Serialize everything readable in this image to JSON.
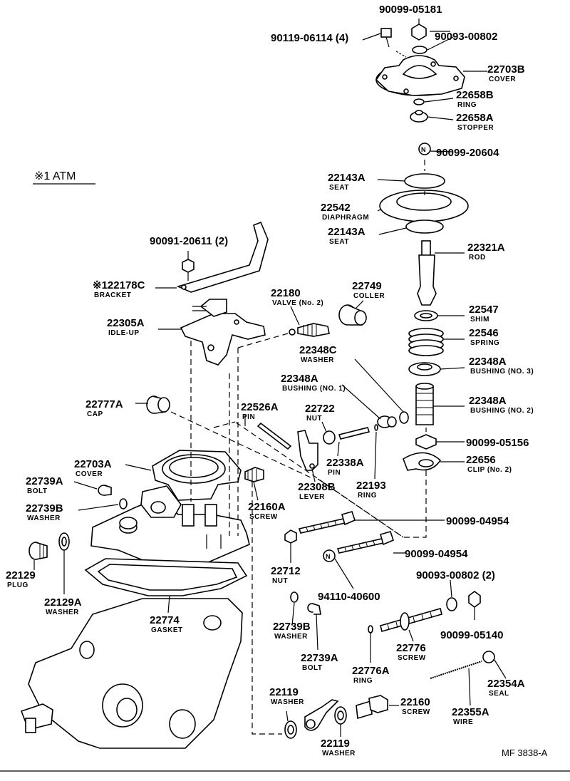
{
  "diagram": {
    "atm_note": "※1 ATM",
    "footer_code": "MF 3838-A",
    "parts": [
      {
        "id": "p01",
        "number": "90099-05181",
        "name": ""
      },
      {
        "id": "p02",
        "number": "90119-06114 (4)",
        "name": ""
      },
      {
        "id": "p03",
        "number": "90093-00802",
        "name": ""
      },
      {
        "id": "p04",
        "number": "22703B",
        "name": "COVER"
      },
      {
        "id": "p05",
        "number": "22658B",
        "name": "RING"
      },
      {
        "id": "p06",
        "number": "22658A",
        "name": "STOPPER"
      },
      {
        "id": "p07",
        "number": "90099-20604",
        "name": ""
      },
      {
        "id": "p08",
        "number": "22143A",
        "name": "SEAT"
      },
      {
        "id": "p09",
        "number": "22542",
        "name": "DIAPHRAGM"
      },
      {
        "id": "p10",
        "number": "22143A",
        "name": "SEAT"
      },
      {
        "id": "p11",
        "number": "22321A",
        "name": "ROD"
      },
      {
        "id": "p12",
        "number": "22547",
        "name": "SHIM"
      },
      {
        "id": "p13",
        "number": "22546",
        "name": "SPRING"
      },
      {
        "id": "p14",
        "number": "22348A",
        "name": "BUSHING (NO. 3)"
      },
      {
        "id": "p15",
        "number": "22348A",
        "name": "BUSHING (NO. 2)"
      },
      {
        "id": "p16",
        "number": "90099-05156",
        "name": ""
      },
      {
        "id": "p17",
        "number": "22656",
        "name": "CLIP (No. 2)"
      },
      {
        "id": "p18",
        "number": "90091-20611 (2)",
        "name": ""
      },
      {
        "id": "p19",
        "number": "※122178C",
        "name": "BRACKET"
      },
      {
        "id": "p20",
        "number": "22305A",
        "name": "IDLE-UP"
      },
      {
        "id": "p21",
        "number": "22180",
        "name": "VALVE (No. 2)"
      },
      {
        "id": "p22",
        "number": "22749",
        "name": "COLLER"
      },
      {
        "id": "p23",
        "number": "22348C",
        "name": "WASHER"
      },
      {
        "id": "p24",
        "number": "22348A",
        "name": "BUSHING (NO. 1)"
      },
      {
        "id": "p25",
        "number": "22777A",
        "name": "CAP"
      },
      {
        "id": "p26",
        "number": "22526A",
        "name": "PIN"
      },
      {
        "id": "p27",
        "number": "22722",
        "name": "NUT"
      },
      {
        "id": "p28",
        "number": "22338A",
        "name": "PIN"
      },
      {
        "id": "p29",
        "number": "22703A",
        "name": "COVER"
      },
      {
        "id": "p30",
        "number": "22308B",
        "name": "LEVER"
      },
      {
        "id": "p31",
        "number": "22193",
        "name": "RING"
      },
      {
        "id": "p32",
        "number": "22739A",
        "name": "BOLT"
      },
      {
        "id": "p33",
        "number": "22160A",
        "name": "SCREW"
      },
      {
        "id": "p34",
        "number": "22739B",
        "name": "WASHER"
      },
      {
        "id": "p35",
        "number": "90099-04954",
        "name": ""
      },
      {
        "id": "p36",
        "number": "90099-04954",
        "name": ""
      },
      {
        "id": "p37",
        "number": "22129",
        "name": "PLUG"
      },
      {
        "id": "p38",
        "number": "22129A",
        "name": "WASHER"
      },
      {
        "id": "p39",
        "number": "22712",
        "name": "NUT"
      },
      {
        "id": "p40",
        "number": "94110-40600",
        "name": ""
      },
      {
        "id": "p41",
        "number": "90093-00802 (2)",
        "name": ""
      },
      {
        "id": "p42",
        "number": "22774",
        "name": "GASKET"
      },
      {
        "id": "p43",
        "number": "22739B",
        "name": "WASHER"
      },
      {
        "id": "p44",
        "number": "90099-05140",
        "name": ""
      },
      {
        "id": "p45",
        "number": "22776",
        "name": "SCREW"
      },
      {
        "id": "p46",
        "number": "22739A",
        "name": "BOLT"
      },
      {
        "id": "p47",
        "number": "22776A",
        "name": "RING"
      },
      {
        "id": "p48",
        "number": "22354A",
        "name": "SEAL"
      },
      {
        "id": "p49",
        "number": "22119",
        "name": "WASHER"
      },
      {
        "id": "p50",
        "number": "22160",
        "name": "SCREW"
      },
      {
        "id": "p51",
        "number": "22355A",
        "name": "WIRE"
      },
      {
        "id": "p52",
        "number": "22119",
        "name": "WASHER"
      }
    ]
  }
}
